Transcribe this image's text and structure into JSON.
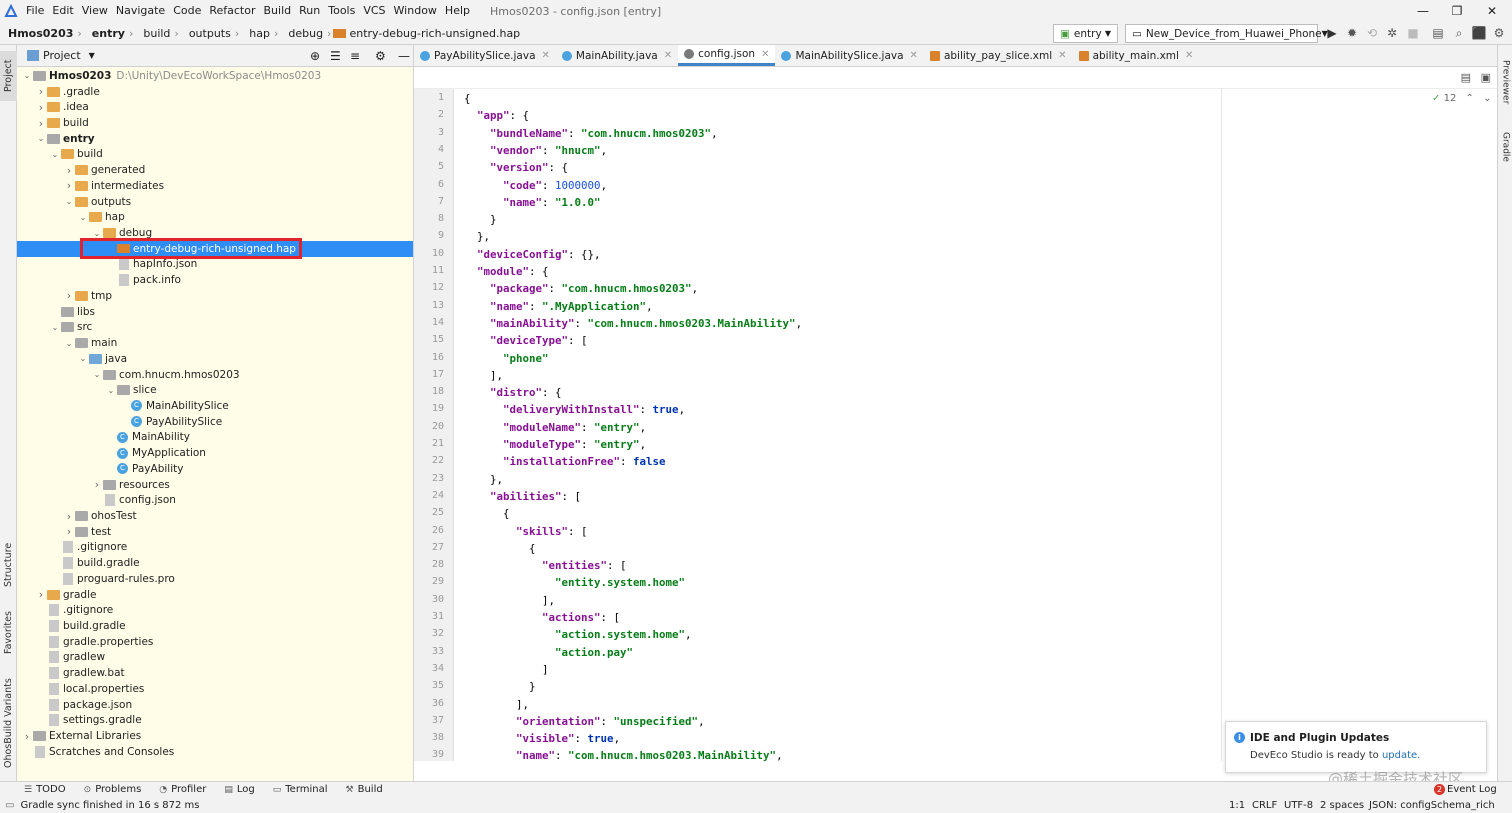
{
  "menubar": {
    "items": [
      "File",
      "Edit",
      "View",
      "Navigate",
      "Code",
      "Refactor",
      "Build",
      "Run",
      "Tools",
      "VCS",
      "Window",
      "Help"
    ],
    "window_title": "Hmos0203 - config.json [entry]"
  },
  "navbar": {
    "crumbs": [
      "Hmos0203",
      "entry",
      "build",
      "outputs",
      "hap",
      "debug",
      "entry-debug-rich-unsigned.hap"
    ],
    "run_config": "entry",
    "device": "New_Device_from_Huawei_Phone"
  },
  "project_panel": {
    "title": "Project",
    "tree": [
      {
        "label": "Hmos0203",
        "path": "D:\\Unity\\DevEcoWorkSpace\\Hmos0203",
        "depth": 0,
        "arrow": "down",
        "icon": "folder-grey",
        "bold": true
      },
      {
        "label": ".gradle",
        "depth": 1,
        "arrow": "right",
        "icon": "folder"
      },
      {
        "label": ".idea",
        "depth": 1,
        "arrow": "right",
        "icon": "folder"
      },
      {
        "label": "build",
        "depth": 1,
        "arrow": "right",
        "icon": "folder"
      },
      {
        "label": "entry",
        "depth": 1,
        "arrow": "down",
        "icon": "folder-grey",
        "bold": true
      },
      {
        "label": "build",
        "depth": 2,
        "arrow": "down",
        "icon": "folder"
      },
      {
        "label": "generated",
        "depth": 3,
        "arrow": "right",
        "icon": "folder"
      },
      {
        "label": "intermediates",
        "depth": 3,
        "arrow": "right",
        "icon": "folder"
      },
      {
        "label": "outputs",
        "depth": 3,
        "arrow": "down",
        "icon": "folder"
      },
      {
        "label": "hap",
        "depth": 4,
        "arrow": "down",
        "icon": "folder"
      },
      {
        "label": "debug",
        "depth": 5,
        "arrow": "down",
        "icon": "folder"
      },
      {
        "label": "entry-debug-rich-unsigned.hap",
        "depth": 6,
        "arrow": "",
        "icon": "hap",
        "selected": true
      },
      {
        "label": "hapInfo.json",
        "depth": 6,
        "arrow": "",
        "icon": "file"
      },
      {
        "label": "pack.info",
        "depth": 6,
        "arrow": "",
        "icon": "file"
      },
      {
        "label": "tmp",
        "depth": 3,
        "arrow": "right",
        "icon": "folder"
      },
      {
        "label": "libs",
        "depth": 2,
        "arrow": "",
        "icon": "folder-grey"
      },
      {
        "label": "src",
        "depth": 2,
        "arrow": "down",
        "icon": "folder-grey"
      },
      {
        "label": "main",
        "depth": 3,
        "arrow": "down",
        "icon": "folder-grey"
      },
      {
        "label": "java",
        "depth": 4,
        "arrow": "down",
        "icon": "folder-blue"
      },
      {
        "label": "com.hnucm.hmos0203",
        "depth": 5,
        "arrow": "down",
        "icon": "folder-grey"
      },
      {
        "label": "slice",
        "depth": 6,
        "arrow": "down",
        "icon": "folder-grey"
      },
      {
        "label": "MainAbilitySlice",
        "depth": 7,
        "arrow": "",
        "icon": "class"
      },
      {
        "label": "PayAbilitySlice",
        "depth": 7,
        "arrow": "",
        "icon": "class"
      },
      {
        "label": "MainAbility",
        "depth": 6,
        "arrow": "",
        "icon": "class"
      },
      {
        "label": "MyApplication",
        "depth": 6,
        "arrow": "",
        "icon": "class"
      },
      {
        "label": "PayAbility",
        "depth": 6,
        "arrow": "",
        "icon": "class"
      },
      {
        "label": "resources",
        "depth": 5,
        "arrow": "right",
        "icon": "folder-grey"
      },
      {
        "label": "config.json",
        "depth": 5,
        "arrow": "",
        "icon": "file"
      },
      {
        "label": "ohosTest",
        "depth": 3,
        "arrow": "right",
        "icon": "folder-grey"
      },
      {
        "label": "test",
        "depth": 3,
        "arrow": "right",
        "icon": "folder-grey"
      },
      {
        "label": ".gitignore",
        "depth": 2,
        "arrow": "",
        "icon": "file"
      },
      {
        "label": "build.gradle",
        "depth": 2,
        "arrow": "",
        "icon": "file"
      },
      {
        "label": "proguard-rules.pro",
        "depth": 2,
        "arrow": "",
        "icon": "file"
      },
      {
        "label": "gradle",
        "depth": 1,
        "arrow": "right",
        "icon": "folder"
      },
      {
        "label": ".gitignore",
        "depth": 1,
        "arrow": "",
        "icon": "file"
      },
      {
        "label": "build.gradle",
        "depth": 1,
        "arrow": "",
        "icon": "file"
      },
      {
        "label": "gradle.properties",
        "depth": 1,
        "arrow": "",
        "icon": "file"
      },
      {
        "label": "gradlew",
        "depth": 1,
        "arrow": "",
        "icon": "file"
      },
      {
        "label": "gradlew.bat",
        "depth": 1,
        "arrow": "",
        "icon": "file"
      },
      {
        "label": "local.properties",
        "depth": 1,
        "arrow": "",
        "icon": "file"
      },
      {
        "label": "package.json",
        "depth": 1,
        "arrow": "",
        "icon": "file"
      },
      {
        "label": "settings.gradle",
        "depth": 1,
        "arrow": "",
        "icon": "file"
      },
      {
        "label": "External Libraries",
        "depth": 0,
        "arrow": "right",
        "icon": "library"
      },
      {
        "label": "Scratches and Consoles",
        "depth": 0,
        "arrow": "",
        "icon": "scratch"
      }
    ]
  },
  "editor_tabs": [
    {
      "label": "PayAbilitySlice.java",
      "icon": "class",
      "active": false
    },
    {
      "label": "MainAbility.java",
      "icon": "class",
      "active": false
    },
    {
      "label": "config.json",
      "icon": "json",
      "active": true
    },
    {
      "label": "MainAbilitySlice.java",
      "icon": "class",
      "active": false
    },
    {
      "label": "ability_pay_slice.xml",
      "icon": "xml",
      "active": false
    },
    {
      "label": "ability_main.xml",
      "icon": "xml",
      "active": false
    }
  ],
  "editor": {
    "inspection_count": "12",
    "lines": [
      "{",
      "  \"app\": {",
      "    \"bundleName\": \"com.hnucm.hmos0203\",",
      "    \"vendor\": \"hnucm\",",
      "    \"version\": {",
      "      \"code\": 1000000,",
      "      \"name\": \"1.0.0\"",
      "    }",
      "  },",
      "  \"deviceConfig\": {},",
      "  \"module\": {",
      "    \"package\": \"com.hnucm.hmos0203\",",
      "    \"name\": \".MyApplication\",",
      "    \"mainAbility\": \"com.hnucm.hmos0203.MainAbility\",",
      "    \"deviceType\": [",
      "      \"phone\"",
      "    ],",
      "    \"distro\": {",
      "      \"deliveryWithInstall\": true,",
      "      \"moduleName\": \"entry\",",
      "      \"moduleType\": \"entry\",",
      "      \"installationFree\": false",
      "    },",
      "    \"abilities\": [",
      "      {",
      "        \"skills\": [",
      "          {",
      "            \"entities\": [",
      "              \"entity.system.home\"",
      "            ],",
      "            \"actions\": [",
      "              \"action.system.home\",",
      "              \"action.pay\"",
      "            ]",
      "          }",
      "        ],",
      "        \"orientation\": \"unspecified\",",
      "        \"visible\": true,",
      "        \"name\": \"com.hnucm.hmos0203.MainAbility\","
    ]
  },
  "left_stripe": [
    "Project",
    "Structure",
    "Favorites",
    "OhosBuild Variants"
  ],
  "right_stripe": [
    "Previewer",
    "Gradle"
  ],
  "bottom_tabs": [
    "TODO",
    "Problems",
    "Profiler",
    "Log",
    "Terminal",
    "Build"
  ],
  "status": {
    "message": "Gradle sync finished in 16 s 872 ms",
    "position": "1:1",
    "line_sep": "CRLF",
    "encoding": "UTF-8",
    "indent": "2 spaces",
    "schema": "JSON: configSchema_rich",
    "event_log": "Event Log",
    "event_count": "2"
  },
  "notification": {
    "title": "IDE and Plugin Updates",
    "text": "DevEco Studio is ready to",
    "link": "update."
  },
  "watermark": "@稀土掘金技术社区",
  "colors": {
    "accent": "#2f8ef6",
    "highlight_box": "#e1232b",
    "string": "#067d17",
    "key": "#871094",
    "number": "#1750eb"
  }
}
